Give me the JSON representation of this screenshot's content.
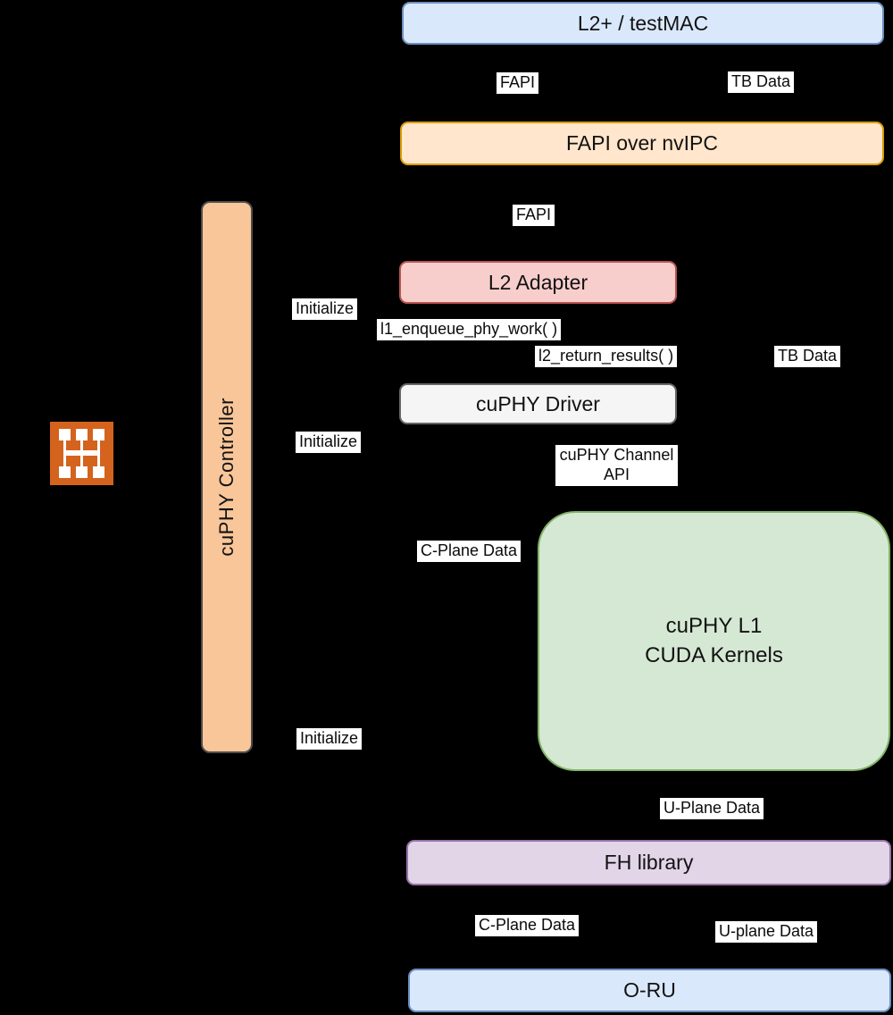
{
  "diagram": {
    "background": "#000000",
    "nodes": {
      "l2_testmac": {
        "label": "L2+ / testMAC",
        "fill": "#DAE8FC",
        "stroke": "#6C8EBF"
      },
      "fapi_nvipc": {
        "label": "FAPI over nvIPC",
        "fill": "#FFE6CC",
        "stroke": "#D79B00"
      },
      "cuphy_controller": {
        "label": "cuPHY Controller",
        "fill": "#F9C699",
        "stroke": "#4D4D4D"
      },
      "l2_adapter": {
        "label": "L2 Adapter",
        "fill": "#F8CECC",
        "stroke": "#B85450"
      },
      "cuphy_driver": {
        "label": "cuPHY Driver",
        "fill": "#F5F5F5",
        "stroke": "#666666"
      },
      "cuda_kernels": {
        "label_line1": "cuPHY L1",
        "label_line2": "CUDA Kernels",
        "fill": "#D5E8D4",
        "stroke": "#82B366"
      },
      "fh_library": {
        "label": "FH library",
        "fill": "#E1D5E7",
        "stroke": "#9673A6"
      },
      "o_ru": {
        "label": "O-RU",
        "fill": "#DAE8FC",
        "stroke": "#6C8EBF"
      }
    },
    "labels": {
      "fapi_top": "FAPI",
      "tb_data_top": "TB Data",
      "fapi_mid": "FAPI",
      "initialize_1": "Initialize",
      "l1_enqueue": "l1_enqueue_phy_work( )",
      "l2_return": "l2_return_results( )",
      "tb_data_mid": "TB Data",
      "initialize_2": "Initialize",
      "cuphy_channel_api_line1": "cuPHY Channel",
      "cuphy_channel_api_line2": "API",
      "c_plane_top": "C-Plane Data",
      "initialize_3": "Initialize",
      "u_plane_top": "U-Plane Data",
      "c_plane_bottom": "C-Plane Data",
      "u_plane_bottom": "U-plane Data"
    },
    "icon": {
      "name": "network-switch-icon",
      "color": "#D4631E"
    }
  }
}
